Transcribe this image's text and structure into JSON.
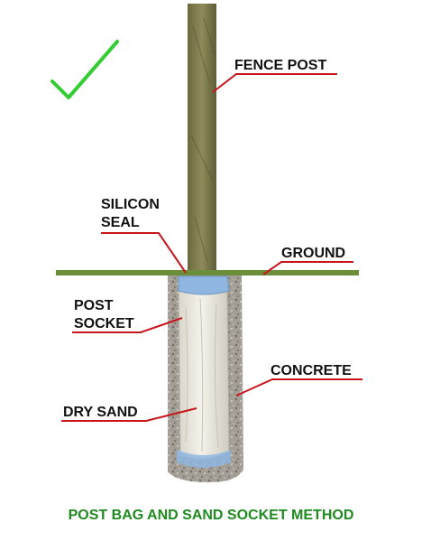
{
  "labels": {
    "fence_post": "FENCE POST",
    "silicon_seal_line1": "SILICON",
    "silicon_seal_line2": "SEAL",
    "ground": "GROUND",
    "post_socket_line1": "POST",
    "post_socket_line2": "SOCKET",
    "concrete": "CONCRETE",
    "dry_sand": "DRY SAND"
  },
  "caption": "POST BAG AND SAND SOCKET METHOD",
  "colors": {
    "pointer_line": "#c8161d",
    "caption": "#1f8a1f",
    "checkmark": "#33cc33",
    "ground_line": "#6b8e3a",
    "concrete": "#9a968e",
    "post_wood": "#7d7a4e",
    "sand_bag": "#e9e6dc",
    "seal": "#8fb6e0"
  },
  "icons": {
    "checkmark": "check-icon"
  }
}
